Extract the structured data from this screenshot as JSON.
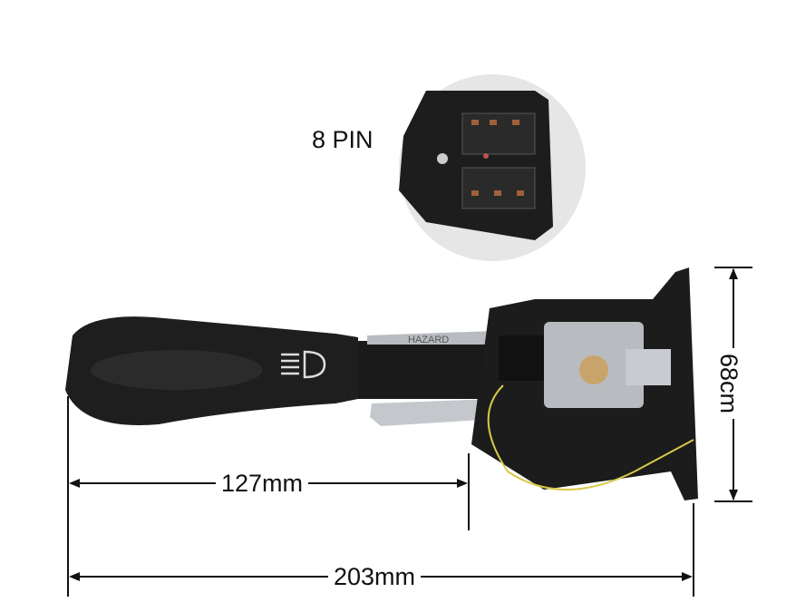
{
  "pin_label": "8 PIN",
  "dimensions": {
    "handle_length": "127mm",
    "total_length": "203mm",
    "height": "68cm"
  },
  "embossed_text": "HAZARD",
  "colors": {
    "body": "#1c1c1c",
    "metal": "#b8bcc0",
    "wire": "#d8c848",
    "inset_bg": "#e6e6e6"
  }
}
